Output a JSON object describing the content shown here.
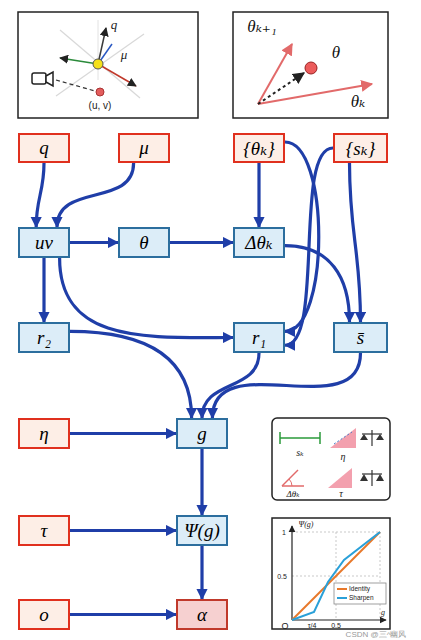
{
  "diagram": {
    "nodes": [
      {
        "text": [
          "q"
        ]
      },
      {
        "text": [
          "μ"
        ]
      },
      {
        "text": [
          "{θₖ}"
        ]
      },
      {
        "text": [
          "{sₖ}"
        ]
      },
      {
        "text": [
          "uv"
        ]
      },
      {
        "text": [
          "θ"
        ]
      },
      {
        "text": [
          "Δθₖ"
        ]
      },
      {
        "text": [
          "r₂"
        ]
      },
      {
        "text": [
          "r₁"
        ]
      },
      {
        "text": [
          "s̄"
        ]
      },
      {
        "text": [
          "η"
        ]
      },
      {
        "text": [
          "g"
        ]
      },
      {
        "text": [
          "τ"
        ]
      },
      {
        "text": [
          "Ψ(g)"
        ]
      },
      {
        "text": [
          "o"
        ]
      },
      {
        "text": [
          "α"
        ]
      }
    ],
    "edges": [
      {
        "from": 0,
        "to": 4,
        "arrow": "to"
      },
      {
        "from": 1,
        "to": 4,
        "arrow": "to"
      },
      {
        "from": 4,
        "to": 5,
        "arrow": "to"
      },
      {
        "from": 5,
        "to": 6,
        "arrow": "to"
      },
      {
        "from": 2,
        "to": 6,
        "arrow": "to"
      },
      {
        "from": 2,
        "to": 8,
        "arrow": "to"
      },
      {
        "from": 3,
        "to": 9,
        "arrow": "to"
      },
      {
        "from": 3,
        "to": 8,
        "arrow": "to"
      },
      {
        "from": 6,
        "to": 9,
        "arrow": "to"
      },
      {
        "from": 4,
        "to": 7,
        "arrow": "to"
      },
      {
        "from": 4,
        "to": 8,
        "arrow": "to"
      },
      {
        "from": 7,
        "to": 11,
        "arrow": "to"
      },
      {
        "from": 8,
        "to": 11,
        "arrow": "to"
      },
      {
        "from": 9,
        "to": 11,
        "arrow": "to"
      },
      {
        "from": 10,
        "to": 11,
        "arrow": "to"
      },
      {
        "from": 11,
        "to": 13,
        "arrow": "to"
      },
      {
        "from": 12,
        "to": 13,
        "arrow": "to"
      },
      {
        "from": 13,
        "to": 15,
        "arrow": "to"
      },
      {
        "from": 14,
        "to": 15,
        "arrow": "to"
      }
    ],
    "labels": [
      "q",
      "μ",
      "(u, v)",
      "θₖ₊₁",
      "θ",
      "θₖ",
      "sₖ",
      "η",
      "Δθₖ",
      "τ",
      "Ψ(g)",
      "1",
      "0.5",
      "O",
      "τ/4",
      "0.5",
      "g",
      "CSDN @三^幽风"
    ],
    "legend": [
      {
        "text": "Identity"
      },
      {
        "text": "Sharpen"
      }
    ]
  }
}
